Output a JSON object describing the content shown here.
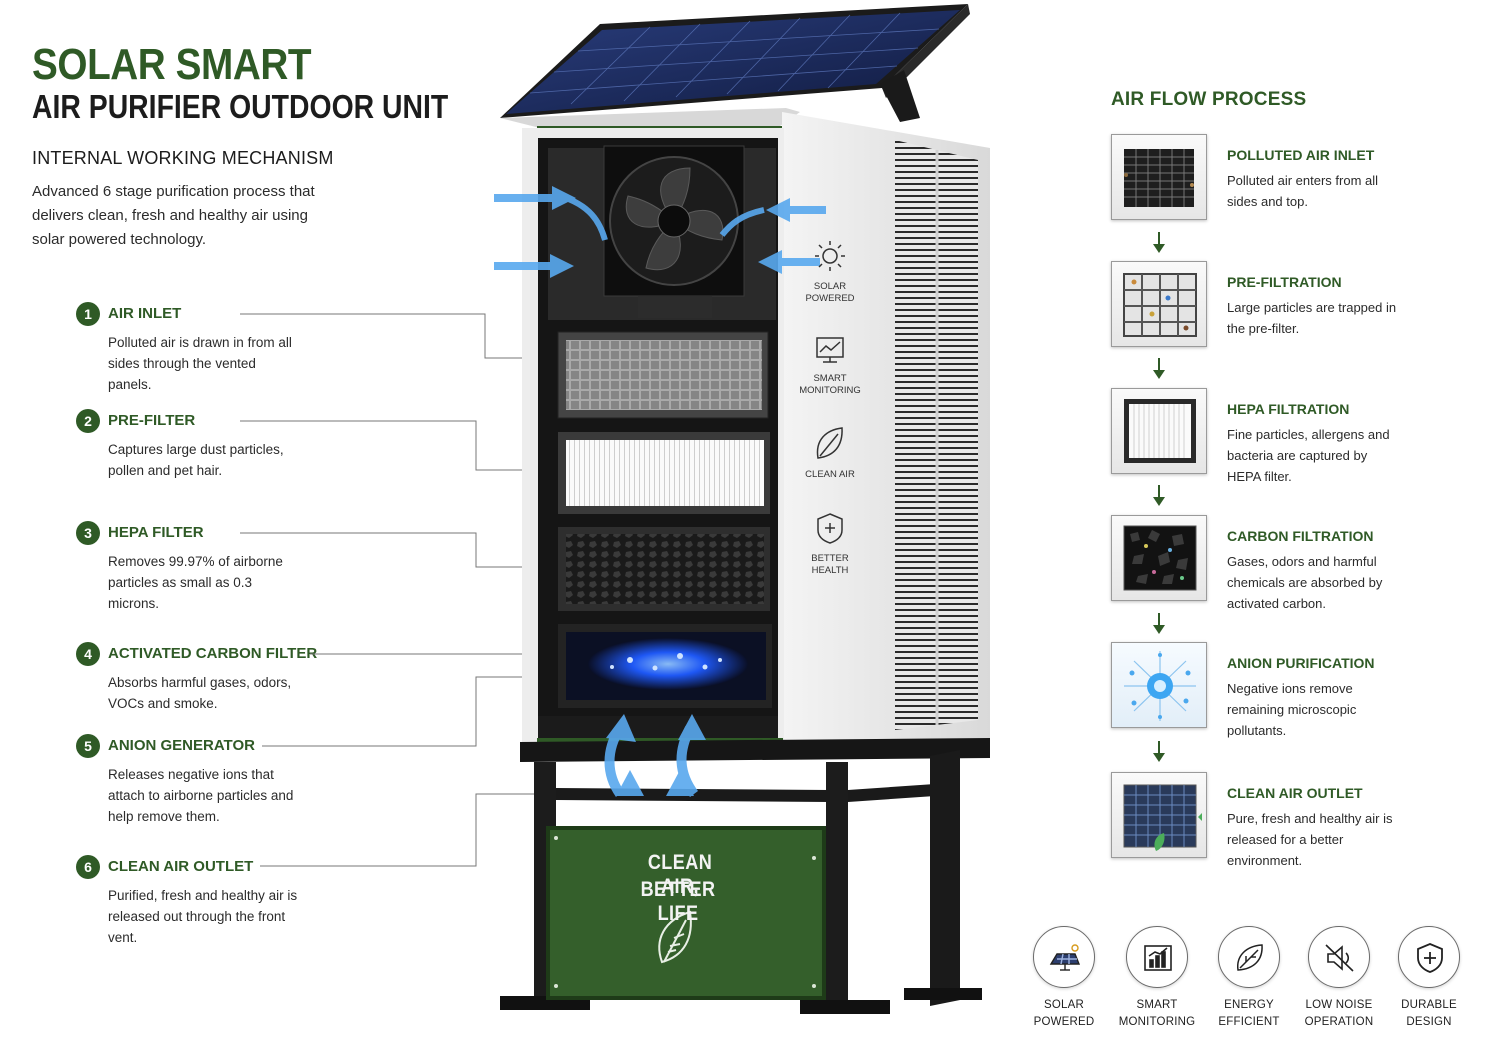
{
  "header": {
    "title": "SOLAR SMART",
    "subtitle": "AIR PURIFIER OUTDOOR UNIT",
    "mechanism_heading": "INTERNAL WORKING MECHANISM",
    "intro": "Advanced 6 stage purification process that delivers clean, fresh and healthy air using solar powered technology."
  },
  "stages": [
    {
      "number": "1",
      "title": "AIR INLET",
      "description": "Polluted air is drawn in from all sides through the vented panels."
    },
    {
      "number": "2",
      "title": "PRE-FILTER",
      "description": "Captures large dust particles, pollen and pet hair."
    },
    {
      "number": "3",
      "title": "HEPA FILTER",
      "description": "Removes 99.97% of airborne particles as small as 0.3 microns."
    },
    {
      "number": "4",
      "title": "ACTIVATED CARBON FILTER",
      "description": "Absorbs harmful gases, odors, VOCs and smoke."
    },
    {
      "number": "5",
      "title": "ANION GENERATOR",
      "description": "Releases negative ions that attach to airborne particles and help remove them."
    },
    {
      "number": "6",
      "title": "CLEAN AIR OUTLET",
      "description": "Purified, fresh and healthy air is released out through the front vent."
    }
  ],
  "unit": {
    "side_icons": [
      {
        "icon": "sun-icon",
        "line1": "SOLAR",
        "line2": "POWERED"
      },
      {
        "icon": "monitor-icon",
        "line1": "SMART",
        "line2": "MONITORING"
      },
      {
        "icon": "leaf-icon",
        "line1": "CLEAN AIR",
        "line2": ""
      },
      {
        "icon": "shield-icon",
        "line1": "BETTER",
        "line2": "HEALTH"
      }
    ],
    "sign_line1": "CLEAN AIR,",
    "sign_line2": "BETTER LIFE",
    "colors": {
      "green": "#2f5a26",
      "panel": "#1b2a5c",
      "airflow": "#58a8ee",
      "anion": "#1f5bff"
    }
  },
  "flow": {
    "heading": "AIR FLOW PROCESS",
    "steps": [
      {
        "thumb": "inlet-grille",
        "title": "POLLUTED AIR INLET",
        "description": "Polluted air enters from all sides and top."
      },
      {
        "thumb": "pre-filter-mesh",
        "title": "PRE-FILTRATION",
        "description": "Large particles are trapped in the pre-filter."
      },
      {
        "thumb": "hepa-pleats",
        "title": "HEPA FILTRATION",
        "description": "Fine particles, allergens and bacteria are captured by HEPA filter."
      },
      {
        "thumb": "carbon-granules",
        "title": "CARBON FILTRATION",
        "description": "Gases, odors and harmful chemicals are absorbed by activated carbon."
      },
      {
        "thumb": "anion-burst",
        "title": "ANION PURIFICATION",
        "description": "Negative ions remove remaining microscopic pollutants."
      },
      {
        "thumb": "clean-outlet",
        "title": "CLEAN AIR OUTLET",
        "description": "Pure, fresh and healthy air is released for a better environment."
      }
    ]
  },
  "features": [
    {
      "icon": "solar-panel-icon",
      "line1": "SOLAR",
      "line2": "POWERED"
    },
    {
      "icon": "bar-chart-icon",
      "line1": "SMART",
      "line2": "MONITORING"
    },
    {
      "icon": "leaf-icon",
      "line1": "ENERGY",
      "line2": "EFFICIENT"
    },
    {
      "icon": "mute-icon",
      "line1": "LOW NOISE",
      "line2": "OPERATION"
    },
    {
      "icon": "shield-plus-icon",
      "line1": "DURABLE",
      "line2": "DESIGN"
    }
  ]
}
